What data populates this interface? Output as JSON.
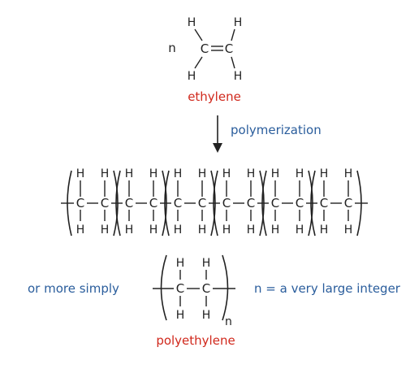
{
  "monomer": {
    "coefficient": "n",
    "carbon": "C",
    "hydrogen": "H",
    "name": "ethylene"
  },
  "reaction": {
    "label": "polymerization"
  },
  "chain": {
    "carbon": "C",
    "hydrogen": "H",
    "repeat_unit_count": 6
  },
  "simplified": {
    "lead_text": "or more simply",
    "carbon": "C",
    "hydrogen": "H",
    "subscript": "n",
    "definition": "n = a very large integer",
    "name": "polyethylene"
  },
  "colors": {
    "name_label": "#d0281c",
    "explanatory_text": "#2a5d9c",
    "structure": "#222222"
  }
}
